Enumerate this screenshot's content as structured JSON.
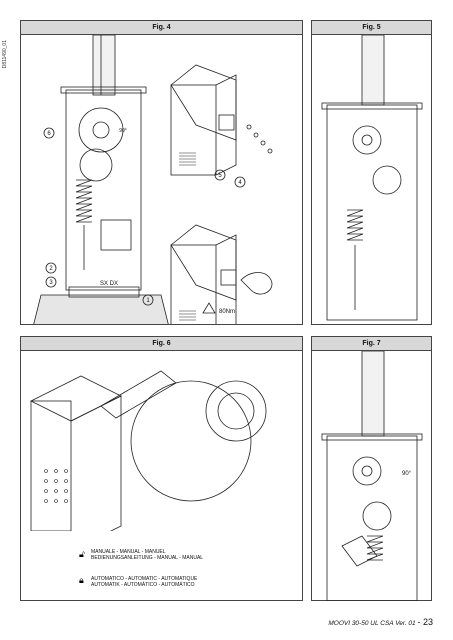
{
  "doc_code": "D811490_01",
  "figures": {
    "fig4": {
      "title": "Fig. 4",
      "callouts": [
        "1",
        "2",
        "3",
        "4",
        "5",
        "6"
      ],
      "sx_dx": "SX  DX",
      "torque": "80Nm",
      "angle": "90°"
    },
    "fig5": {
      "title": "Fig. 5"
    },
    "fig6": {
      "title": "Fig. 6",
      "legend_manual_line1": "MANUALE - MANUAL - MANUEL",
      "legend_manual_line2": "BEDIENUNGSANLEITUNG - MANUAL - MANUAL",
      "legend_auto_line1": "AUTOMATICO - AUTOMATIC - AUTOMATIQUE",
      "legend_auto_line2": "AUTOMATIK - AUTOMÁTICO - AUTOMÁTICO"
    },
    "fig7": {
      "title": "Fig. 7",
      "angle": "90°"
    }
  },
  "footer": {
    "product": "MOOVI 30-50 UL CSA",
    "version": "Ver. 01",
    "page_number": "- 23"
  }
}
